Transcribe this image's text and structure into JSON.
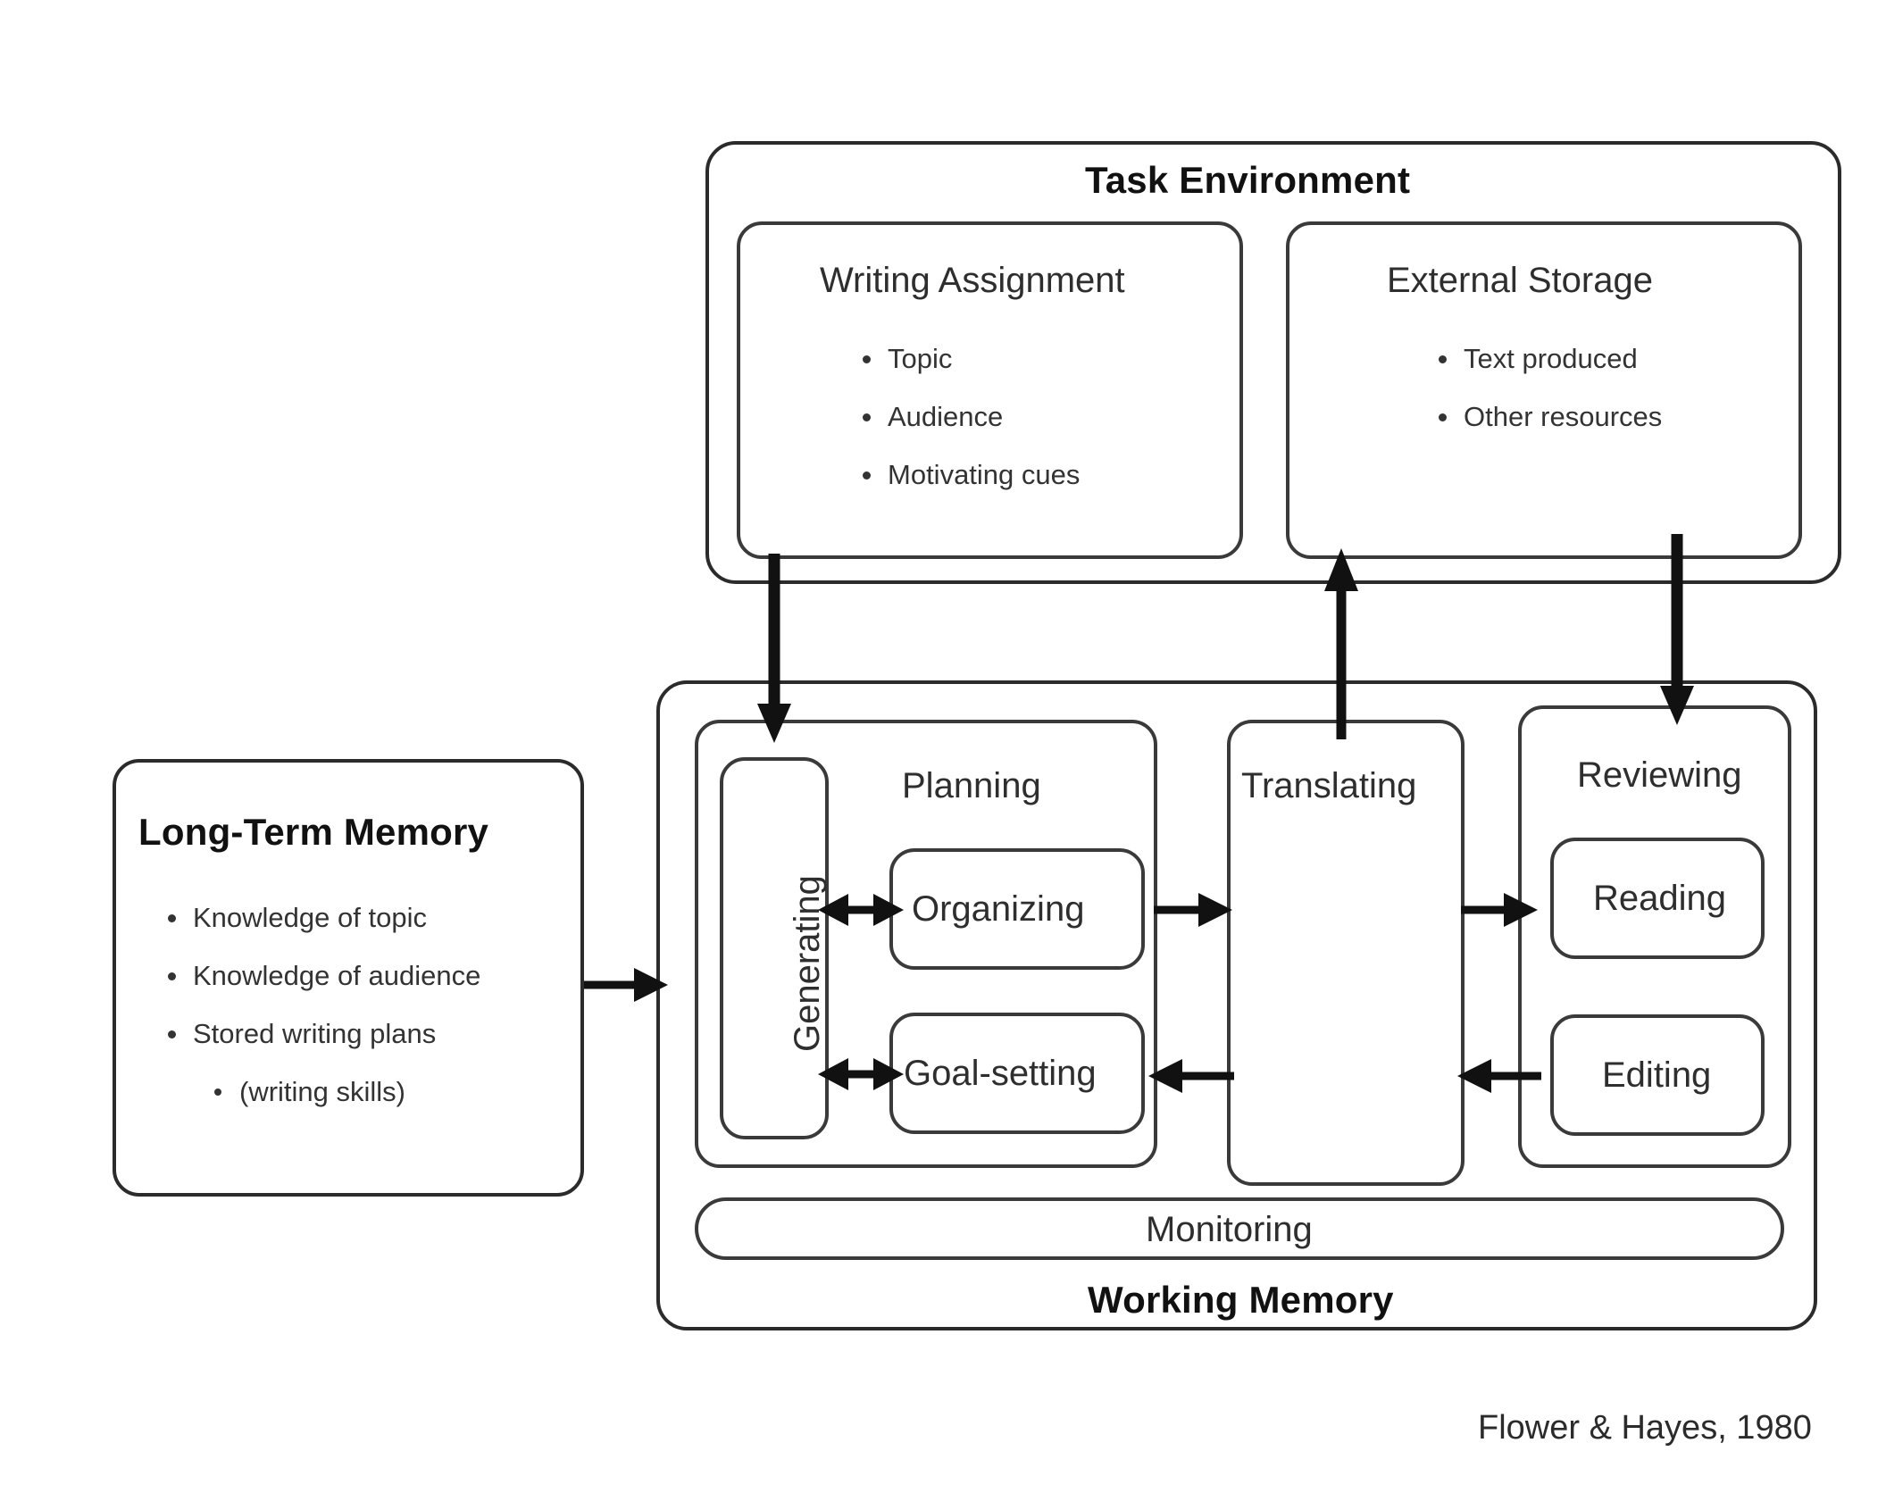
{
  "diagram": {
    "attribution": "Flower & Hayes, 1980",
    "task_environment": {
      "title": "Task Environment",
      "writing_assignment": {
        "title": "Writing Assignment",
        "items": [
          "Topic",
          "Audience",
          "Motivating cues"
        ]
      },
      "external_storage": {
        "title": "External Storage",
        "items": [
          "Text produced",
          "Other resources"
        ]
      }
    },
    "long_term_memory": {
      "title": "Long-Term Memory",
      "items": [
        "Knowledge of topic",
        "Knowledge of audience",
        "Stored writing plans"
      ],
      "sub_items": [
        "(writing skills)"
      ]
    },
    "working_memory": {
      "title": "Working Memory",
      "monitoring": "Monitoring",
      "planning": {
        "title": "Planning",
        "generating": "Generating",
        "organizing": "Organizing",
        "goal_setting": "Goal-setting"
      },
      "translating": "Translating",
      "reviewing": {
        "title": "Reviewing",
        "reading": "Reading",
        "editing": "Editing"
      }
    },
    "arrows": [
      {
        "name": "writing-assignment-to-planning",
        "direction": "down"
      },
      {
        "name": "translating-to-external-storage",
        "direction": "up"
      },
      {
        "name": "external-storage-to-reviewing",
        "direction": "down"
      },
      {
        "name": "long-term-memory-to-working-memory",
        "direction": "right"
      },
      {
        "name": "generating-organizing",
        "direction": "both"
      },
      {
        "name": "generating-goal-setting",
        "direction": "both"
      },
      {
        "name": "planning-to-translating",
        "direction": "right"
      },
      {
        "name": "translating-to-reviewing",
        "direction": "right"
      },
      {
        "name": "reviewing-to-translating",
        "direction": "left"
      },
      {
        "name": "translating-to-goal-setting",
        "direction": "left"
      }
    ]
  },
  "colors": {
    "stroke": "#2b2b2b",
    "text": "#2e2e2e",
    "background": "#ffffff"
  }
}
